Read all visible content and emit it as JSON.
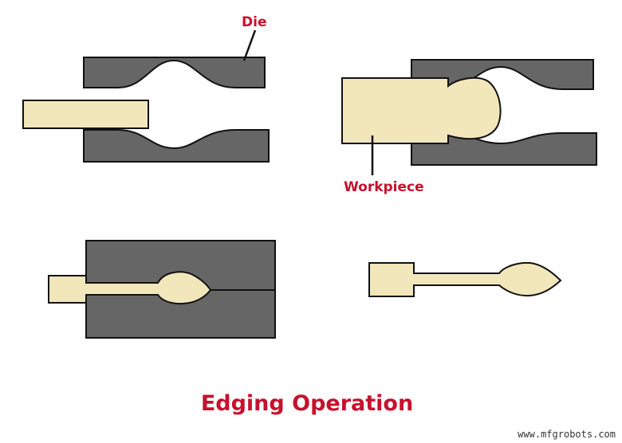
{
  "labels": {
    "die": "Die",
    "workpiece": "Workpiece",
    "title": "Edging Operation",
    "credit": "www.mfgrobots.com"
  },
  "colors": {
    "die": "#666666",
    "workpiece": "#f2e6bb",
    "label": "#c8102e",
    "outline": "#111111"
  }
}
